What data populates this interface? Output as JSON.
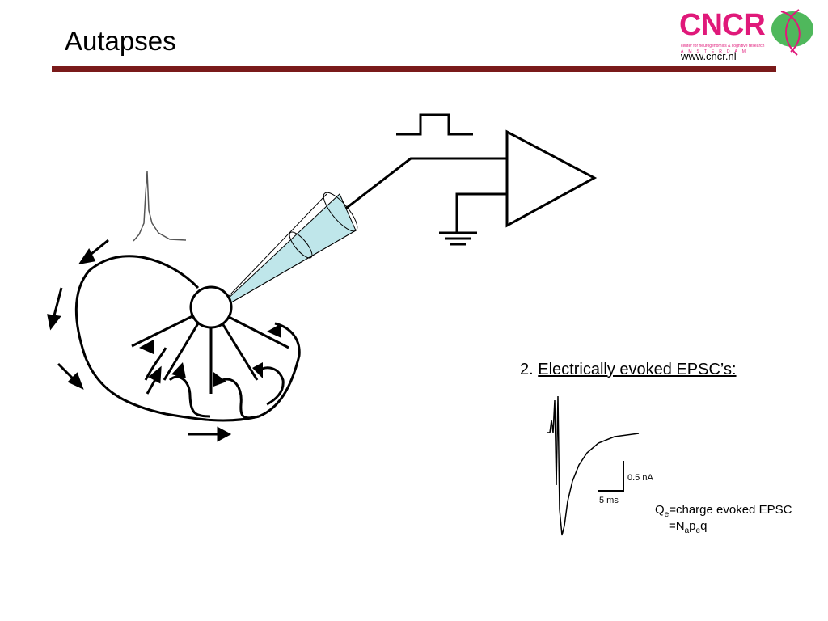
{
  "slide": {
    "title": "Autapses",
    "logo_text": "CNCR",
    "logo_sub": "center for neurogenomics & cognitive research",
    "logo_city": "AMSTERDAM",
    "url": "www.cncr.nl"
  },
  "figure": {
    "label_number": "2.",
    "label_text": "Electrically evoked EPSC’s:",
    "scale_current": "0.5 nA",
    "scale_time": "5 ms",
    "eq1_q": "Q",
    "eq1_sub": "e",
    "eq1_rest": "=charge evoked EPSC",
    "eq2_prefix": "=N",
    "eq2_sub_a": "a",
    "eq2_p": "p",
    "eq2_sub_e": "e",
    "eq2_q": "q"
  },
  "colors": {
    "rule": "#7a1a1a",
    "logo": "#e0197a",
    "logo_green": "#3cb04a",
    "pipette": "#bfe6ea"
  }
}
